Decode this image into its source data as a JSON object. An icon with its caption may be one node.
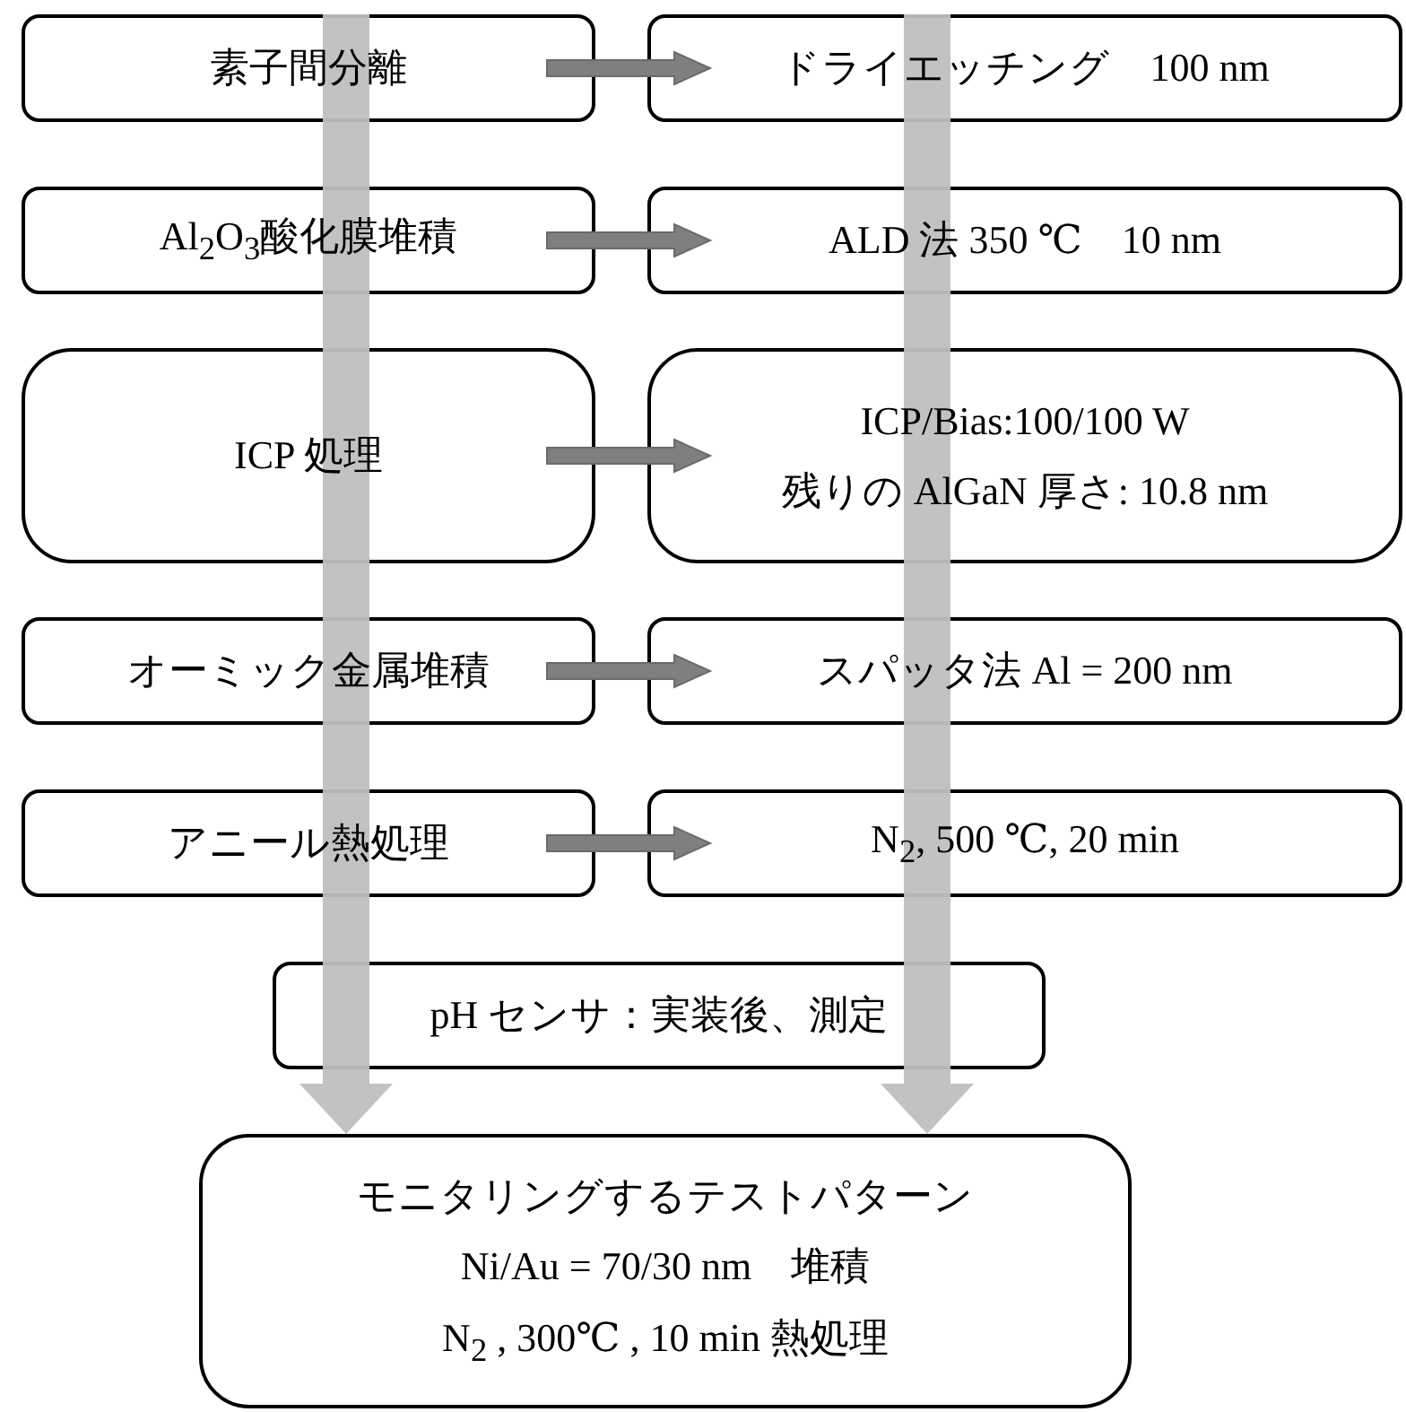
{
  "diagram": {
    "nodes": [
      {
        "text": [
          "素子間分離"
        ]
      },
      {
        "text": [
          "ドライエッチング　100 nm"
        ]
      },
      {
        "text": [
          "Al$_{2}$O$_{3}$酸化膜堆積"
        ]
      },
      {
        "text": [
          "ALD 法  350 ℃　10 nm"
        ]
      },
      {
        "text": [
          "ICP 処理"
        ]
      },
      {
        "text": [
          "ICP/Bias:100/100 W",
          "残りの AlGaN 厚さ: 10.8 nm"
        ]
      },
      {
        "text": [
          "オーミック金属堆積"
        ]
      },
      {
        "text": [
          "スパッタ法  Al = 200 nm"
        ]
      },
      {
        "text": [
          "アニール熱処理"
        ]
      },
      {
        "text": [
          "N$_{2}$, 500 ℃, 20 min"
        ]
      },
      {
        "text": [
          "pH  センサ：実装後、測定"
        ]
      },
      {
        "text": [
          "モニタリングするテストパターン",
          "Ni/Au = 70/30 nm　堆積",
          "N$_{2}$ , 300℃ , 10 min 熱処理"
        ]
      }
    ],
    "edges": [
      {
        "from": 0,
        "to": 1,
        "arrow": "to",
        "style": "thick"
      },
      {
        "from": 2,
        "to": 3,
        "arrow": "to",
        "style": "thick"
      },
      {
        "from": 4,
        "to": 5,
        "arrow": "to",
        "style": "thick"
      },
      {
        "from": 6,
        "to": 7,
        "arrow": "to",
        "style": "thick"
      },
      {
        "from": 8,
        "to": 9,
        "arrow": "to",
        "style": "thick"
      },
      {
        "from": 0,
        "to": 11,
        "arrow": "to",
        "style": "thick",
        "color": "#bfbfbf"
      },
      {
        "from": 1,
        "to": 11,
        "arrow": "to",
        "style": "thick",
        "color": "#bfbfbf"
      }
    ]
  }
}
